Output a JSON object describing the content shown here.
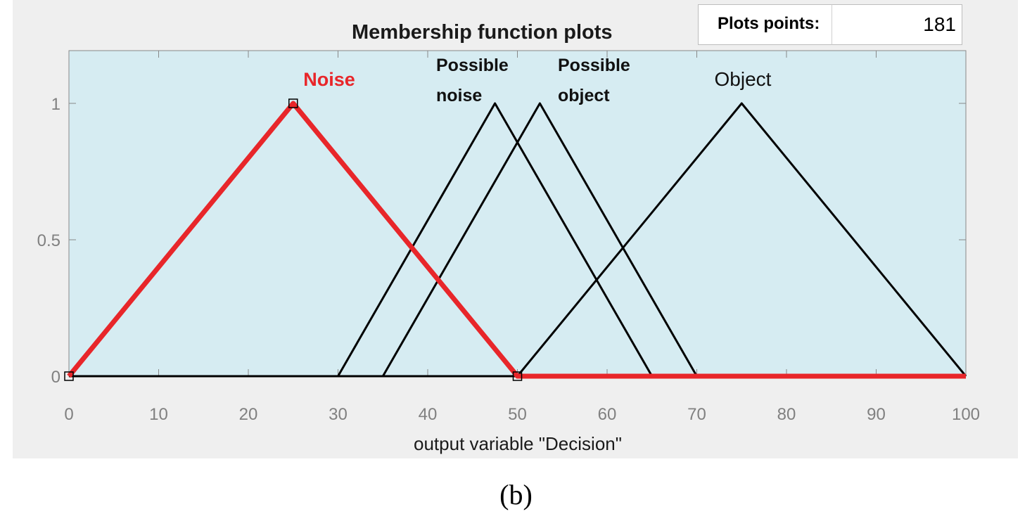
{
  "title": "Membership function plots",
  "plot_points": {
    "label": "Plots points:",
    "value": "181"
  },
  "caption": "(b)",
  "colors": {
    "axes_bg": "#d6ecf2",
    "selected": "#e8262a",
    "normal": "#000000",
    "panel": "#efefef",
    "tick": "#808080"
  },
  "chart_data": {
    "type": "line",
    "title": "Membership function plots",
    "xlabel": "output variable \"Decision\"",
    "ylabel": "",
    "xlim": [
      0,
      100
    ],
    "ylim": [
      0,
      1.2
    ],
    "xticks": [
      0,
      10,
      20,
      30,
      40,
      50,
      60,
      70,
      80,
      90,
      100
    ],
    "yticks": [
      0,
      0.5,
      1
    ],
    "ytick_labels": [
      "0",
      "0.5",
      "1"
    ],
    "series": [
      {
        "name": "Noise",
        "selected": true,
        "points": [
          [
            0,
            0
          ],
          [
            25,
            1
          ],
          [
            50,
            0
          ]
        ]
      },
      {
        "name": "Possible noise",
        "selected": false,
        "points": [
          [
            30,
            0
          ],
          [
            47.5,
            1
          ],
          [
            65,
            0
          ]
        ]
      },
      {
        "name": "Possible object",
        "selected": false,
        "points": [
          [
            35,
            0
          ],
          [
            52.5,
            1
          ],
          [
            70,
            0
          ]
        ]
      },
      {
        "name": "Object",
        "selected": false,
        "points": [
          [
            50,
            0
          ],
          [
            75,
            1
          ],
          [
            100,
            0
          ]
        ]
      }
    ],
    "labels": [
      {
        "lines": [
          "Noise"
        ],
        "series": "Noise"
      },
      {
        "lines": [
          "Possible",
          "noise"
        ],
        "series": "Possible noise"
      },
      {
        "lines": [
          "Possible",
          "object"
        ],
        "series": "Possible object"
      },
      {
        "lines": [
          "Object"
        ],
        "series": "Object"
      }
    ]
  }
}
